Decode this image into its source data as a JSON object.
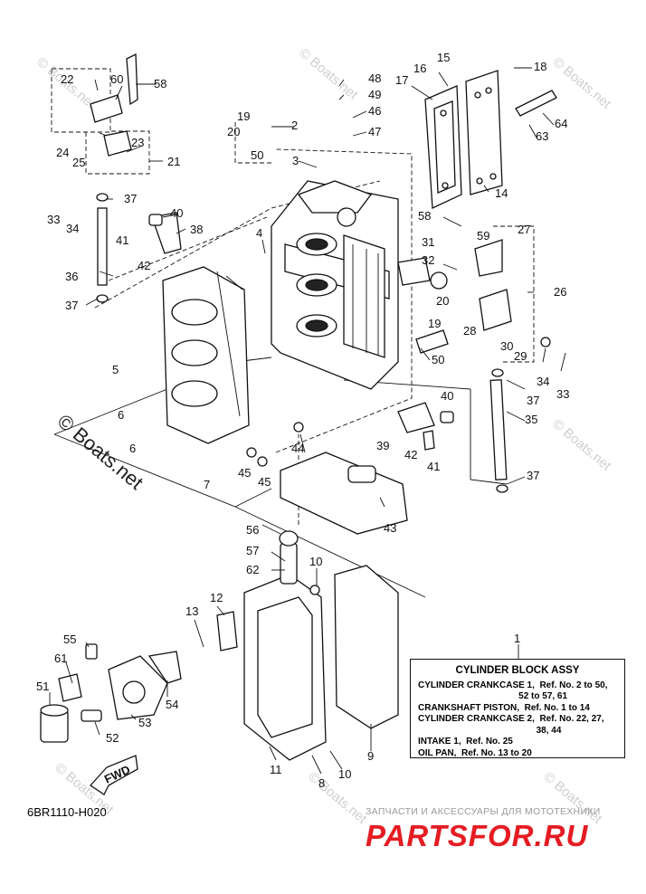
{
  "diagram": {
    "part_callouts": [
      "1",
      "2",
      "3",
      "4",
      "5",
      "6",
      "6",
      "7",
      "8",
      "9",
      "10",
      "10",
      "11",
      "12",
      "13",
      "14",
      "15",
      "16",
      "17",
      "18",
      "19",
      "19",
      "20",
      "20",
      "21",
      "22",
      "23",
      "24",
      "25",
      "26",
      "27",
      "28",
      "29",
      "30",
      "31",
      "32",
      "33",
      "33",
      "34",
      "34",
      "35",
      "36",
      "37",
      "37",
      "37",
      "37",
      "38",
      "39",
      "40",
      "40",
      "41",
      "41",
      "42",
      "42",
      "43",
      "44",
      "45",
      "45",
      "46",
      "47",
      "48",
      "49",
      "50",
      "50",
      "51",
      "52",
      "53",
      "54",
      "55",
      "56",
      "57",
      "58",
      "58",
      "59",
      "60",
      "61",
      "62",
      "63",
      "64"
    ],
    "fwd_label": "FWD",
    "watermark": "© Boats.net"
  },
  "info_box": {
    "title": "CYLINDER BLOCK ASSY",
    "lines": [
      "CYLINDER CRANKCASE 1,  Ref. No. 2 to 50,",
      "                                        52 to 57, 61",
      "CRANKSHAFT PISTON,  Ref. No. 1 to 14",
      "CYLINDER CRANKCASE 2,  Ref. No. 22, 27,",
      "                                               38, 44",
      "INTAKE 1,  Ref. No. 25",
      "OIL PAN,  Ref. No. 13 to 20"
    ]
  },
  "footer": {
    "diagram_code": "6BR1110-H020",
    "brand_slogan": "ЗАПЧАСТИ И АКСЕССУАРЫ ДЛЯ МОТОТЕХНИКИ",
    "brand_logo": "PARTSFOR.RU"
  },
  "colors": {
    "line": "#111111",
    "brand_red": "#e51c23",
    "watermark_gray": "#cfcfcf"
  }
}
